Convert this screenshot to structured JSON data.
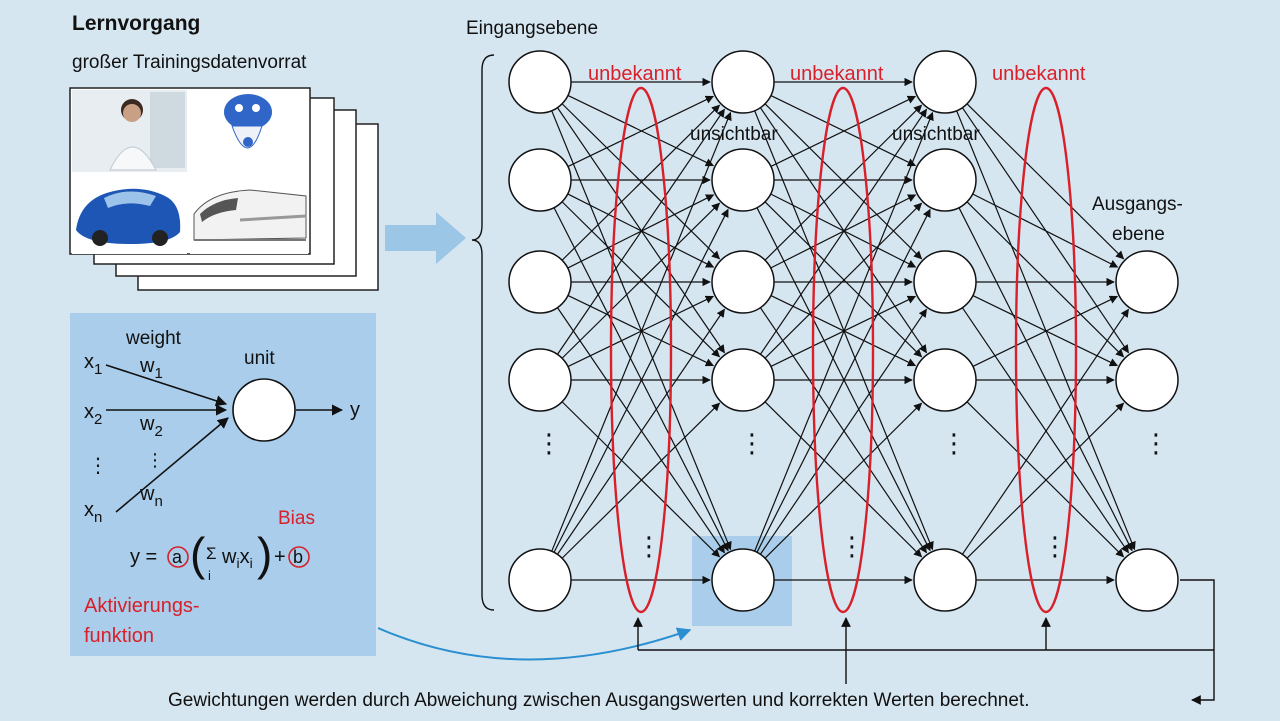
{
  "learning": {
    "title": "Lernvorgang",
    "subtitle": "großer Trainingsdatenvorrat"
  },
  "layers": {
    "input_label": "Eingangsebene",
    "hidden_label_1": "unsichtbar",
    "hidden_label_2": "unsichtbar",
    "output_label_line1": "Ausgangs-",
    "output_label_line2": "ebene",
    "unknown_1": "unbekannt",
    "unknown_2": "unbekannt",
    "unknown_3": "unbekannt",
    "ellipsis": "⋮"
  },
  "unit": {
    "weight_label": "weight",
    "unit_label": "unit",
    "x1": "x",
    "x1_sub": "1",
    "x2": "x",
    "x2_sub": "2",
    "xn": "x",
    "xn_sub": "n",
    "w1": "w",
    "w1_sub": "1",
    "w2": "w",
    "w2_sub": "2",
    "wn": "w",
    "wn_sub": "n",
    "output": "y",
    "bias_label": "Bias",
    "formula_y": "y =",
    "formula_a": "a",
    "formula_sigma": "Σ",
    "formula_i": "i",
    "formula_terms": "w",
    "formula_sub_i": "i",
    "formula_x": "x",
    "formula_plus": "+",
    "formula_b": "b",
    "activation_line1": "Aktivierungs-",
    "activation_line2": "funktion"
  },
  "footer": "Gewichtungen werden durch Abweichung zwischen Ausgangswerten und korrekten Werten berechnet.",
  "colors": {
    "background": "#d6e6f1",
    "panel": "#a9cdea",
    "accent_red": "#d8202a",
    "arrow_blue": "#9cc6e6",
    "line_blue": "#2a8fd0"
  },
  "icons": [
    "person-photo-icon",
    "mascot-icon",
    "car-icon",
    "train-icon"
  ]
}
